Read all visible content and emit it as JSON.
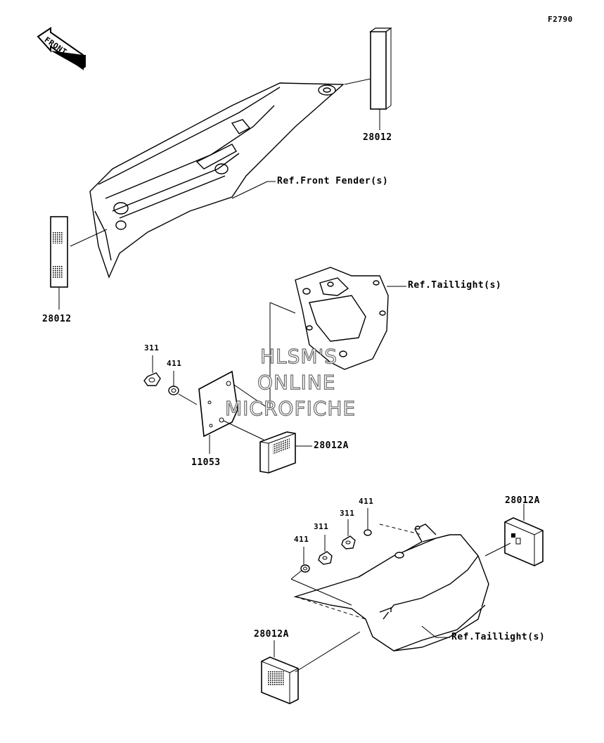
{
  "figure_code": "F2790",
  "front_label": "FRONT",
  "watermark": {
    "line1": "HLSM'S",
    "line2": "ONLINE",
    "line3": "MICROFICHE"
  },
  "callouts": {
    "side_reflector_top": "28012",
    "side_reflector_left": "28012",
    "ref_front_fender": "Ref.Front Fender(s)",
    "ref_taillight_upper": "Ref.Taillight(s)",
    "nut_upper": "311",
    "washer_upper": "411",
    "bracket": "11053",
    "reflector_upper_rect": "28012A",
    "nut_lower_right": "311",
    "washer_lower_right": "411",
    "nut_lower_left": "311",
    "washer_lower_left": "411",
    "reflector_rear_right": "28012A",
    "reflector_rear_left": "28012A",
    "ref_taillight_lower": "Ref.Taillight(s)"
  }
}
